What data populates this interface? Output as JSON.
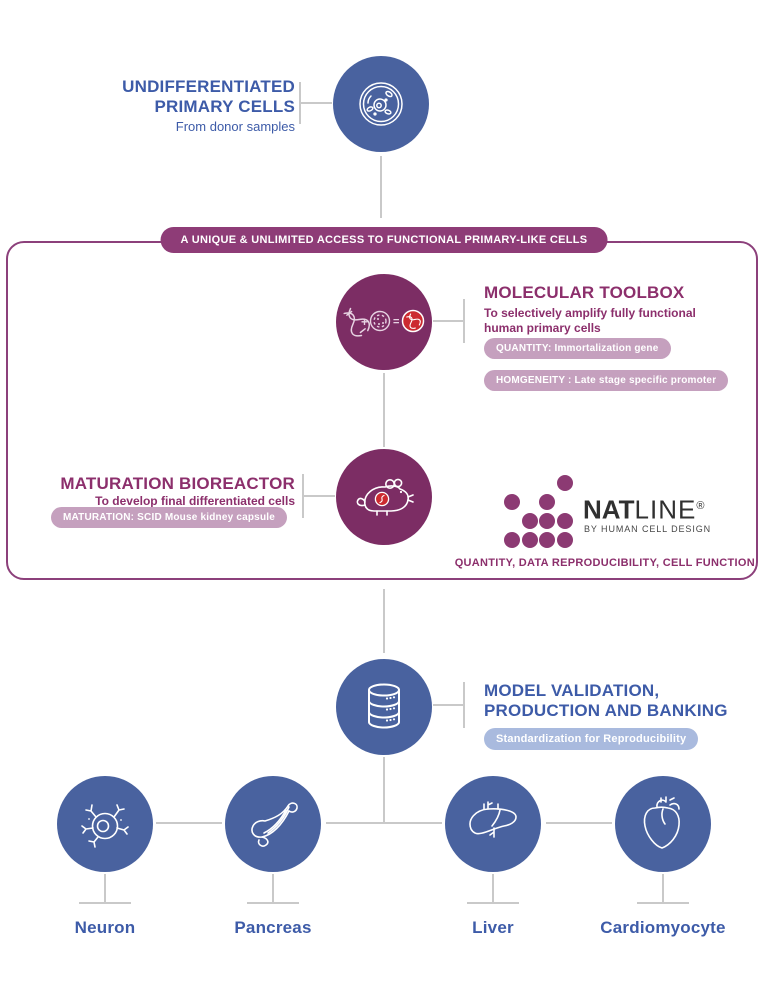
{
  "colors": {
    "blue_circle": "#49629f",
    "blue_text": "#3d5ba8",
    "purple_circle": "#7c2d64",
    "purple_text": "#8c2f6c",
    "banner_bg": "#8e3c77",
    "frame_border": "#8c407b",
    "badge_mauve": "#c5a0be",
    "badge_blue": "#a9bade",
    "red_accent": "#cc2a30",
    "connector_gray": "#c9c9c9",
    "brand_dark": "#303030"
  },
  "top_section": {
    "title_line1": "UNDIFFERENTIATED",
    "title_line2": "PRIMARY CELLS",
    "subtitle": "From donor samples",
    "icon": "cell-icon"
  },
  "banner": {
    "label": "A UNIQUE & UNLIMITED ACCESS TO FUNCTIONAL PRIMARY-LIKE CELLS"
  },
  "molecular_toolbox": {
    "title": "MOLECULAR TOOLBOX",
    "subtitle_line1": "To selectively amplify fully functional",
    "subtitle_line2": "human primary cells",
    "badges": [
      "QUANTITY: Immortalization gene",
      "HOMGENEITY : Late stage specific promoter"
    ],
    "icon": "dna-plus-cell-gene-icon"
  },
  "maturation_bioreactor": {
    "title": "MATURATION BIOREACTOR",
    "subtitle": "To develop final differentiated cells",
    "badge": "MATURATION: SCID Mouse kidney capsule",
    "icon": "mouse-icon"
  },
  "brand": {
    "name_bold": "NAT",
    "name_light": "LINE",
    "registered_mark": "®",
    "byline": "BY HUMAN CELL DESIGN",
    "tagline": "QUANTITY, DATA REPRODUCIBILITY, CELL FUNCTION",
    "logo_icon": "dot-cluster-logo"
  },
  "model_validation": {
    "title_line1": "MODEL VALIDATION,",
    "title_line2": "PRODUCTION AND BANKING",
    "badge": "Standardization for Reproducibility",
    "icon": "database-icon"
  },
  "organs": [
    {
      "label": "Neuron",
      "icon": "neuron-icon"
    },
    {
      "label": "Pancreas",
      "icon": "pancreas-icon"
    },
    {
      "label": "Liver",
      "icon": "liver-icon"
    },
    {
      "label": "Cardiomyocyte",
      "icon": "cardiomyocyte-icon"
    }
  ]
}
